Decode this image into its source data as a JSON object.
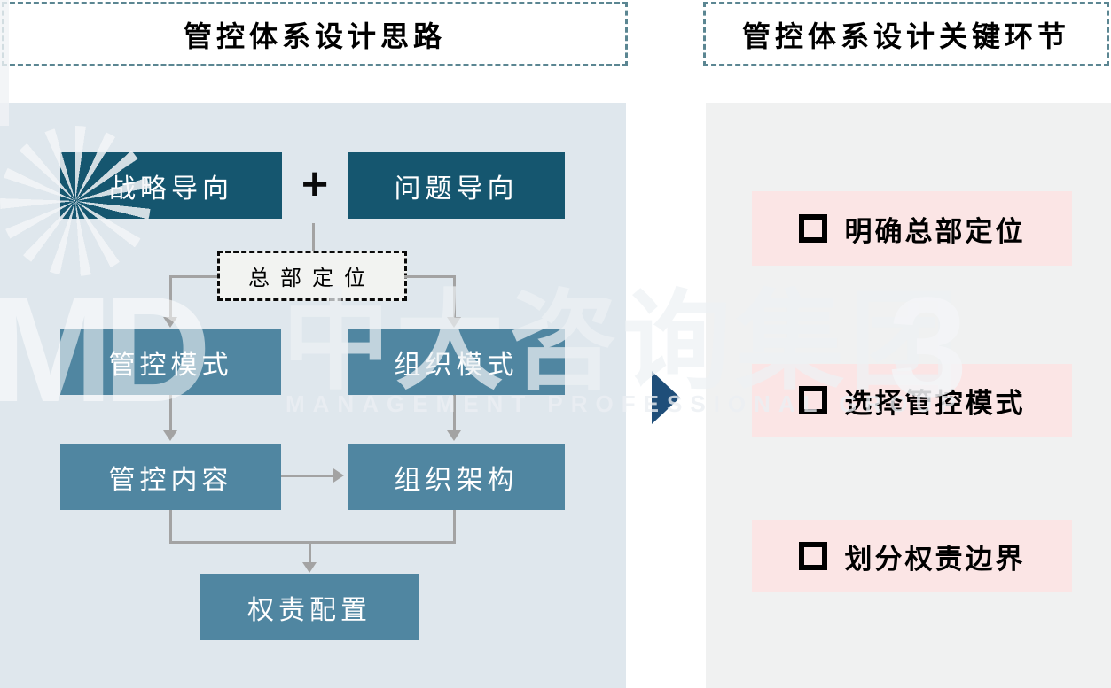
{
  "left_section": {
    "header": "管控体系设计思路",
    "flow": {
      "strategy_box": "战略导向",
      "plus": "+",
      "problem_box": "问题导向",
      "hq_box": "总部定位",
      "control_mode_box": "管控模式",
      "org_mode_box": "组织模式",
      "control_content_box": "管控内容",
      "org_structure_box": "组织架构",
      "authority_box": "权责配置"
    }
  },
  "right_section": {
    "header": "管控体系设计关键环节",
    "items": [
      {
        "label": "明确总部定位"
      },
      {
        "label": "选择管控模式"
      },
      {
        "label": "划分权责边界"
      }
    ]
  },
  "watermark": {
    "logo": "MD",
    "cn": "中大咨询集团",
    "digit": "3",
    "en": "MANAGEMENT PROFESSIONAL GROUP"
  },
  "colors": {
    "dark_teal_box": "#15566f",
    "medium_blue_box": "#5086a1",
    "left_panel_bg": "#dfe7ed",
    "right_panel_bg": "#f0f1f1",
    "pink_item_bg": "#fbe5e5",
    "header_border": "#5b8692",
    "connector_gray": "#a3a3a3",
    "panel_arrow_navy": "#1f4e79"
  }
}
